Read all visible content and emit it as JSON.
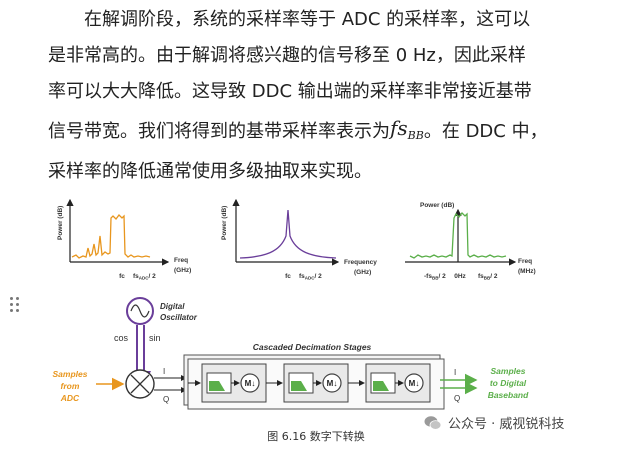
{
  "paragraph": {
    "line1": "在解调阶段，系统的采样率等于 ADC 的采样率，这可以",
    "line2": "是非常高的。由于解调将感兴趣的信号移至 0 Hz，因此采样",
    "line3": "率可以大大降低。这导致 DDC 输出端的采样率非常接近基带",
    "line4a": "信号带宽。我们将得到的基带采样率表示为",
    "symbol_main": "fs",
    "symbol_sub": "BB",
    "line4b": "。在 DDC 中，",
    "line5": "采样率的降低通常使用多级抽取来实现。"
  },
  "figure": {
    "spectrum1": {
      "ylabel": "Power (dB)",
      "xlabel_1": "Freq",
      "xlabel_2": "(GHz)",
      "tick_fc": "fc",
      "tick_fs": "fs",
      "tick_fs_sub": "ADC",
      "tick_fs_tail": "/ 2",
      "color": "#E8961E"
    },
    "spectrum2": {
      "ylabel": "Power (dB)",
      "xlabel_1": "Frequency",
      "xlabel_2": "(GHz)",
      "tick_fc": "fc",
      "tick_fs": "fs",
      "tick_fs_sub": "ADC",
      "tick_fs_tail": "/ 2",
      "color": "#6A3E9A"
    },
    "spectrum3": {
      "title": "Power (dB)",
      "xlabel_1": "Freq",
      "xlabel_2": "(MHz)",
      "tick_left": "-fs",
      "tick_left_sub": "BB",
      "tick_left_tail": "/ 2",
      "tick_mid": "0Hz",
      "tick_right": "fs",
      "tick_right_sub": "BB",
      "tick_right_tail": "/ 2",
      "color": "#5BAF4A"
    },
    "oscillator": {
      "label_1": "Digital",
      "label_2": "Oscillator",
      "cos": "cos",
      "sin": "sin"
    },
    "input_label": {
      "l1": "Samples",
      "l2": "from",
      "l3": "ADC"
    },
    "output_label": {
      "l1": "Samples",
      "l2": "to Digital",
      "l3": "Baseband"
    },
    "stages_title": "Cascaded Decimation Stages",
    "i_label": "I",
    "q_label": "Q",
    "decimator": "M",
    "caption": "图 6.16 数字下转换"
  },
  "watermark": "公众号 · 威视锐科技",
  "colors": {
    "orange": "#E8961E",
    "purple": "#6A3E9A",
    "green": "#5BAF4A",
    "grey": "#666666"
  }
}
